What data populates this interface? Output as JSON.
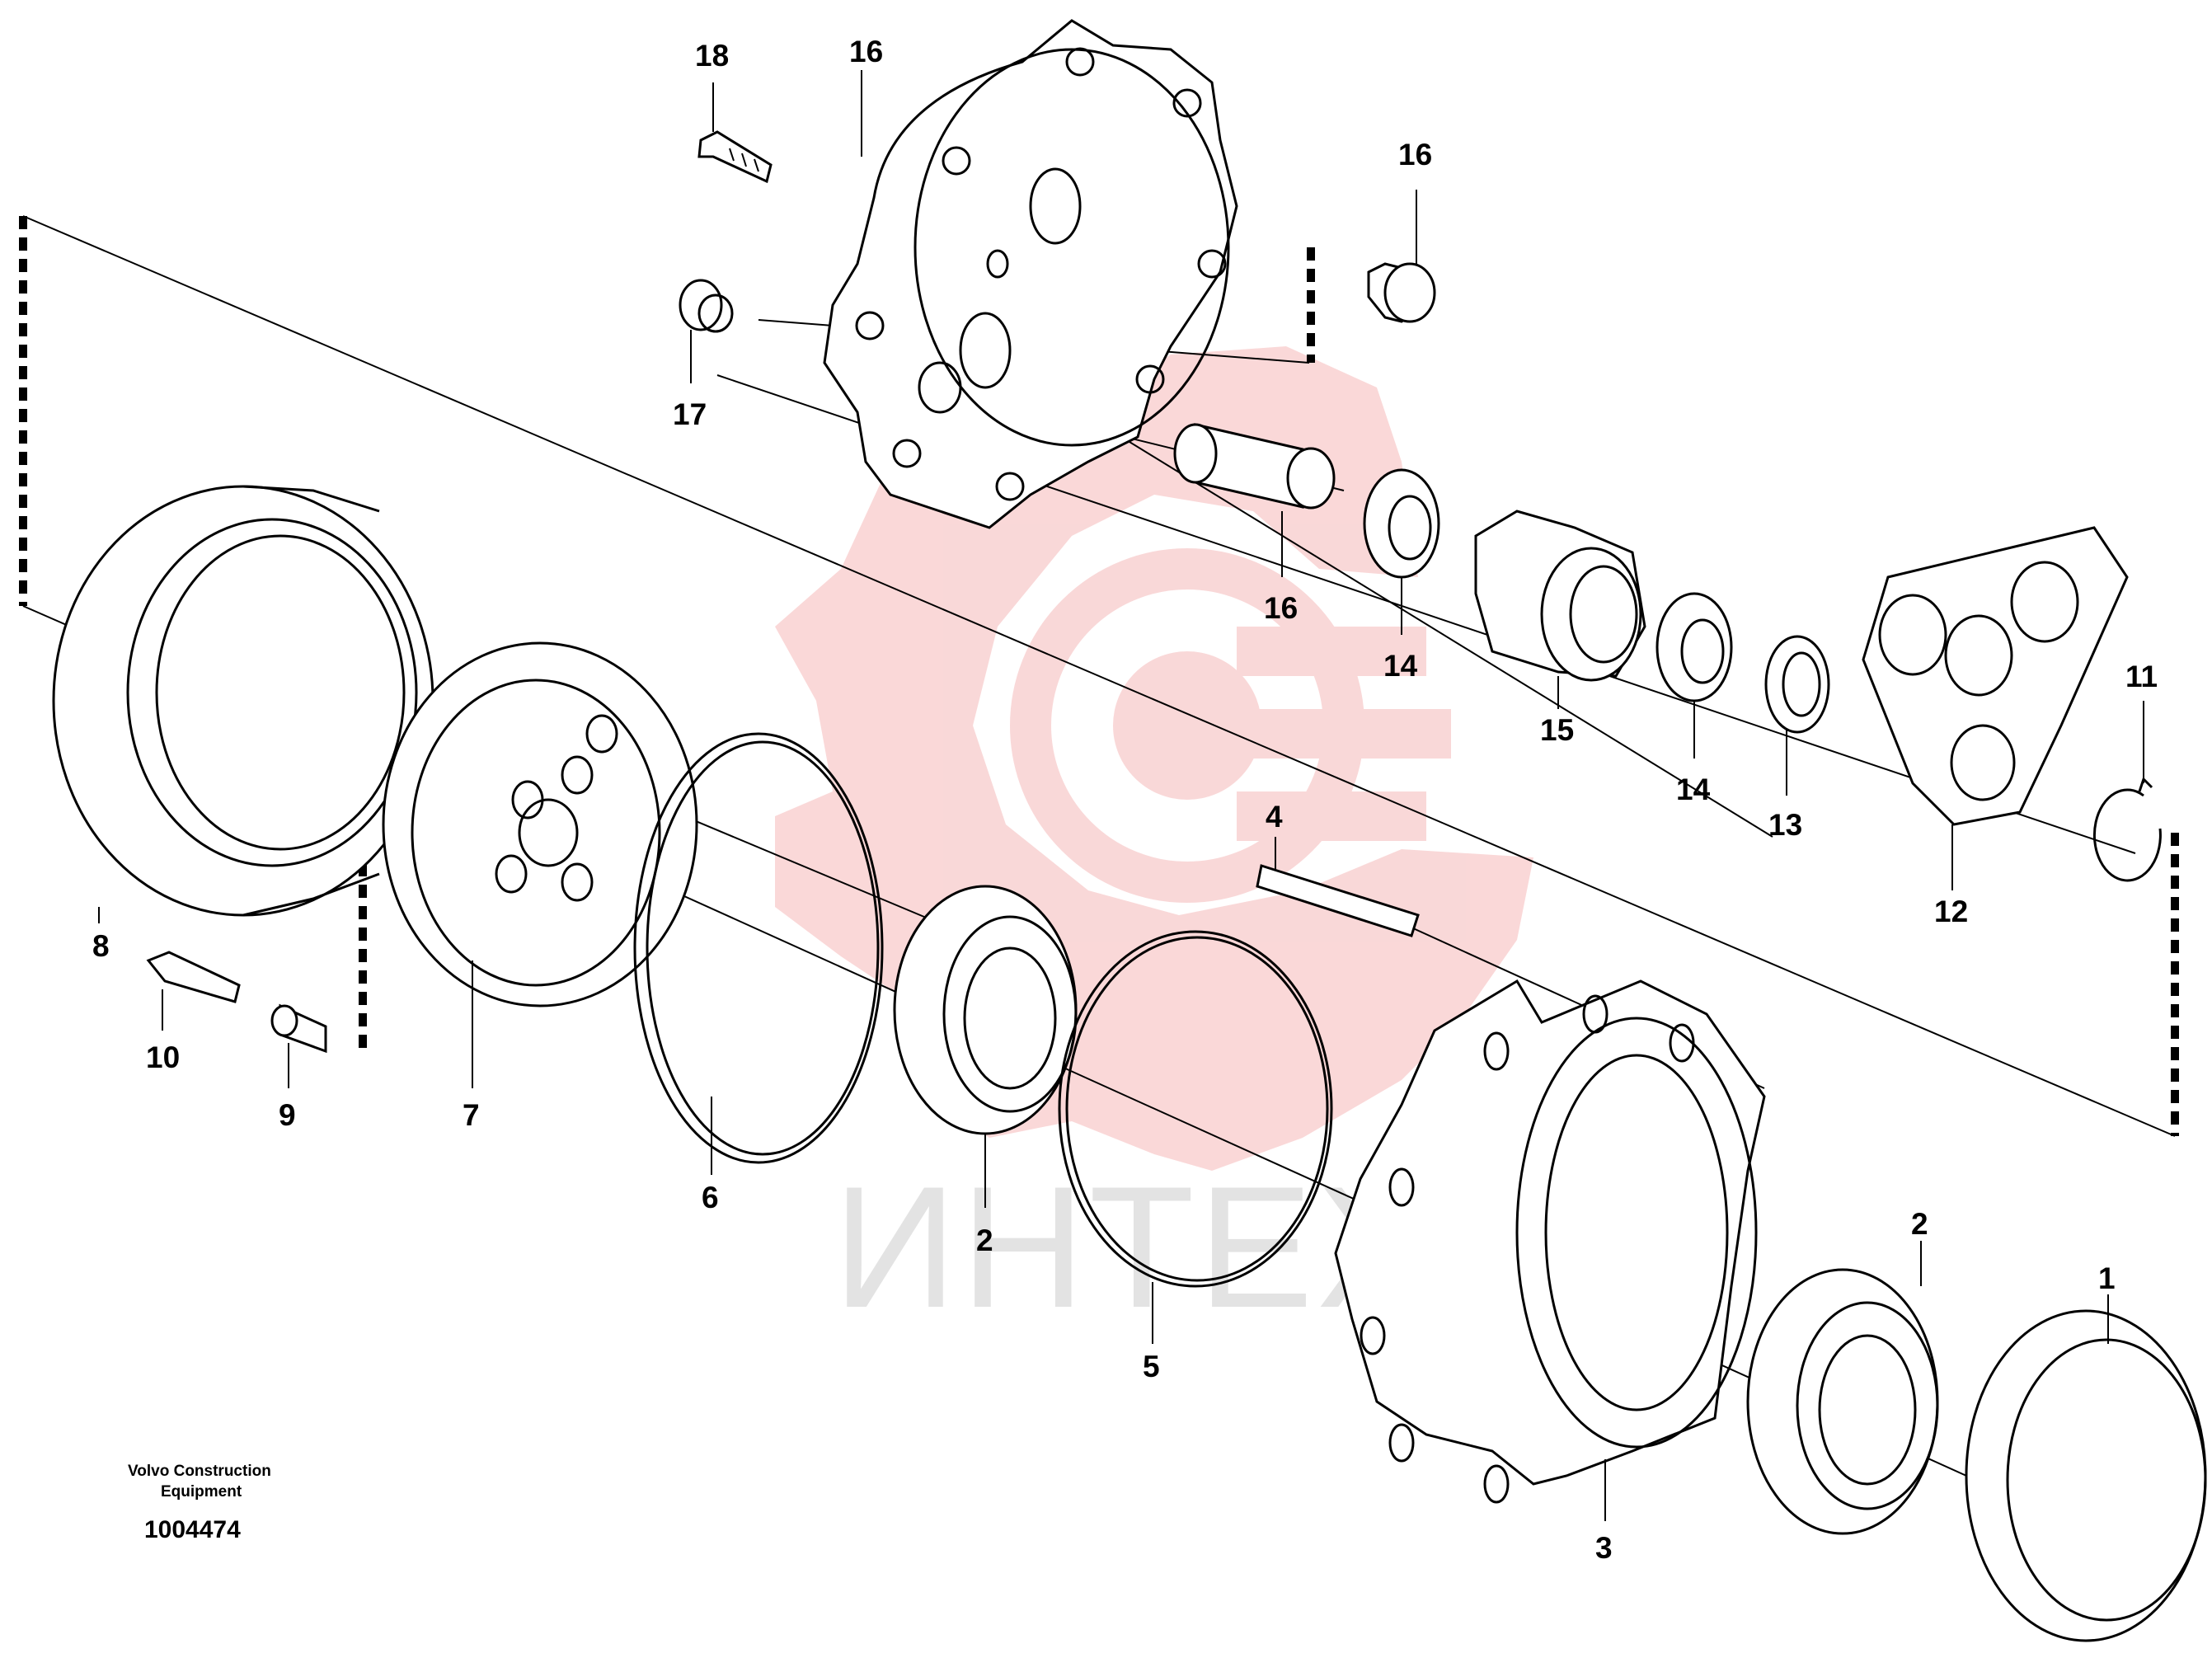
{
  "diagram": {
    "callouts": [
      {
        "id": "c1",
        "label": "1"
      },
      {
        "id": "c2a",
        "label": "2"
      },
      {
        "id": "c2b",
        "label": "2"
      },
      {
        "id": "c3",
        "label": "3"
      },
      {
        "id": "c4",
        "label": "4"
      },
      {
        "id": "c5",
        "label": "5"
      },
      {
        "id": "c6",
        "label": "6"
      },
      {
        "id": "c7",
        "label": "7"
      },
      {
        "id": "c8",
        "label": "8"
      },
      {
        "id": "c9",
        "label": "9"
      },
      {
        "id": "c10",
        "label": "10"
      },
      {
        "id": "c11",
        "label": "11"
      },
      {
        "id": "c12",
        "label": "12"
      },
      {
        "id": "c13",
        "label": "13"
      },
      {
        "id": "c14a",
        "label": "14"
      },
      {
        "id": "c14b",
        "label": "14"
      },
      {
        "id": "c15",
        "label": "15"
      },
      {
        "id": "c16a",
        "label": "16"
      },
      {
        "id": "c16b",
        "label": "16"
      },
      {
        "id": "c16c",
        "label": "16"
      },
      {
        "id": "c17",
        "label": "17"
      },
      {
        "id": "c18",
        "label": "18"
      }
    ],
    "credit_line1": "Volvo Construction",
    "credit_line2": "Equipment",
    "document_number": "1004474",
    "watermark_text": "ИНТЕХ",
    "watermark_color": "#f3b7b7"
  }
}
